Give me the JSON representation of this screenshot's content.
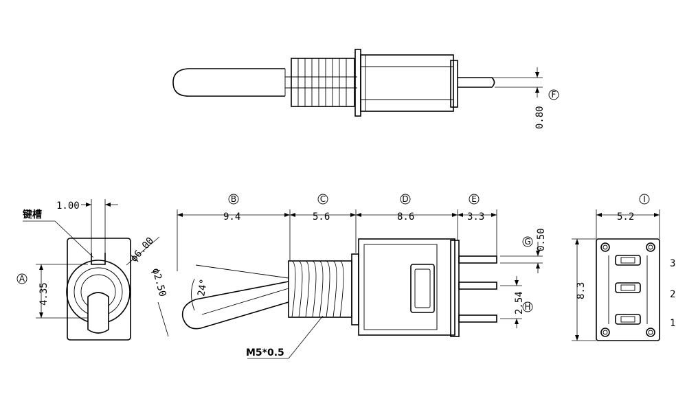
{
  "labels": {
    "A": "A",
    "B": "B",
    "C": "C",
    "D": "D",
    "E": "E",
    "F": "F",
    "G": "G",
    "H": "H",
    "I": "I"
  },
  "dimensions": {
    "key_width": "1.00",
    "keyway_label": "键槽",
    "diameter_body": "ϕ6.00",
    "height_a": "4.35",
    "tip_dia": "ϕ2.50",
    "angle": "24°",
    "len_b": "9.4",
    "len_c": "5.6",
    "len_d": "8.6",
    "len_e": "3.3",
    "pin_g": "0.50",
    "pitch_h": "2.54",
    "pin_f": "0.80",
    "thread": "M5*0.5",
    "width_i": "5.2",
    "height_i": "8.3"
  },
  "pins": [
    "3",
    "2",
    "1"
  ]
}
